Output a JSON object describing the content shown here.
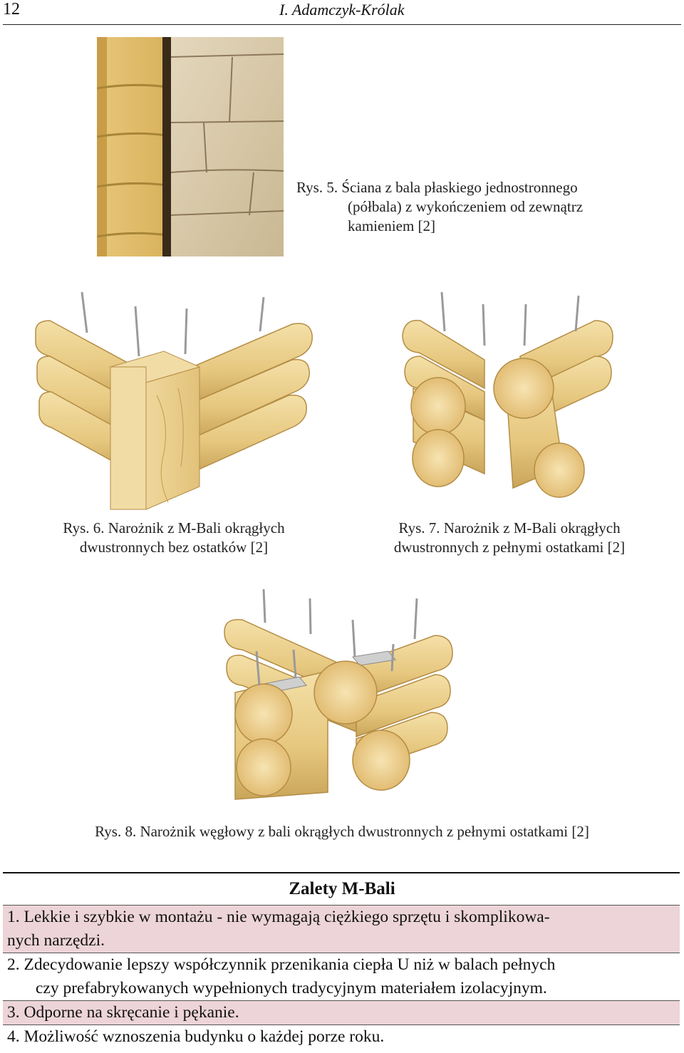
{
  "header": {
    "page_number": "12",
    "running_head": "I. Adamczyk-Królak"
  },
  "figures": {
    "fig5": {
      "caption_lines": [
        "Rys. 5. Ściana z bala płaskiego jednostronnego",
        "(półbala) z wykończeniem od zewnątrz",
        "kamieniem [2]"
      ]
    },
    "fig6": {
      "caption_lines": [
        "Rys. 6. Narożnik z M-Bali okrągłych",
        "dwustronnych bez ostatków [2]"
      ]
    },
    "fig7": {
      "caption_lines": [
        "Rys. 7. Narożnik z M-Bali okrągłych",
        "dwustronnych z pełnymi ostatkami [2]"
      ]
    },
    "fig8": {
      "caption": "Rys. 8. Narożnik węgłowy z bali okrągłych dwustronnych z pełnymi ostatkami [2]"
    }
  },
  "section": {
    "title": "Zalety M-Bali",
    "items": [
      {
        "num": "1.",
        "line1": "Lekkie i szybkie w montażu - nie wymagają ciężkiego sprzętu i skomplikowa-",
        "line2": "nych narzędzi."
      },
      {
        "num": "2.",
        "line1": "Zdecydowanie lepszy współczynnik przenikania ciepła U niż w balach pełnych",
        "line2": "czy prefabrykowanych wypełnionych tradycyjnym materiałem izolacyjnym."
      },
      {
        "num": "3.",
        "line1": "Odporne na skręcanie i pękanie."
      },
      {
        "num": "4.",
        "line1": "Możliwość wznoszenia budynku o każdej porze roku."
      }
    ]
  }
}
